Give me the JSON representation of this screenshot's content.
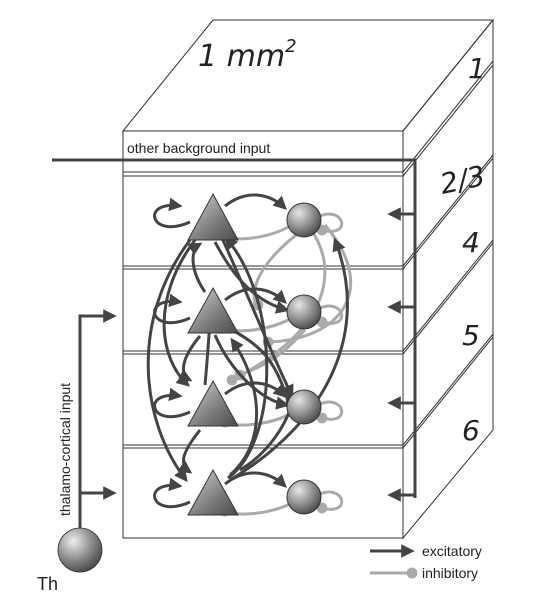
{
  "area_label": "1 mm",
  "area_exponent": "2",
  "layers": [
    {
      "id": "1",
      "label": "1"
    },
    {
      "id": "2/3",
      "label": "2/3"
    },
    {
      "id": "4",
      "label": "4"
    },
    {
      "id": "5",
      "label": "5"
    },
    {
      "id": "6",
      "label": "6"
    }
  ],
  "background_input_label": "other background input",
  "thalamo_label": "thalamo-cortical input",
  "thalamus_label": "Th",
  "legend": {
    "excitatory": "excitatory",
    "inhibitory": "inhibitory"
  },
  "colors": {
    "excitatory": "#444444",
    "inhibitory": "#aaaaaa",
    "outline": "#333333"
  }
}
